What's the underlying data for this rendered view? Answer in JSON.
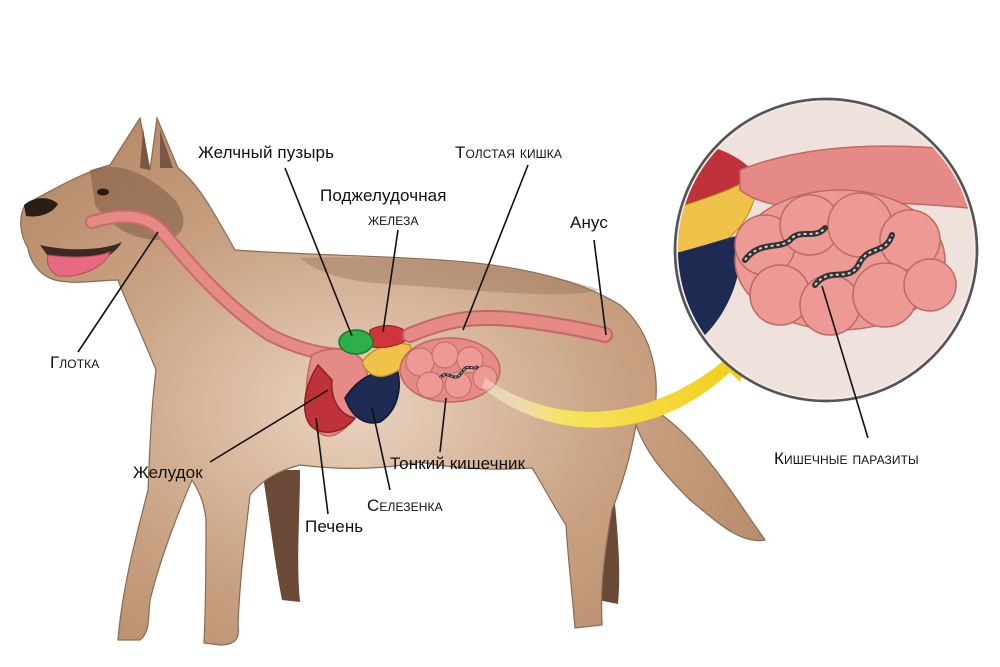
{
  "diagram": {
    "labels": {
      "gallbladder": "Желчный пузырь",
      "large_intestine": "Толстая кишка",
      "pancreas_line1": "Поджелудочная",
      "pancreas_line2": "железа",
      "anus": "Анус",
      "pharynx": "Глотка",
      "stomach": "Желудок",
      "small_intestine": "Тонкий кишечник",
      "spleen": "Селезенка",
      "liver": "Печень",
      "parasites": "Кишечные паразиты"
    },
    "colors": {
      "fur": "#c9a283",
      "fur_dark": "#7a5a44",
      "digestive_tract": "#e58a86",
      "liver": "#c0323a",
      "spleen": "#1d2a52",
      "gallbladder": "#2fae4a",
      "pancreas": "#f0c24a",
      "arrow": "#f4d21a",
      "worm": "#333333"
    }
  }
}
